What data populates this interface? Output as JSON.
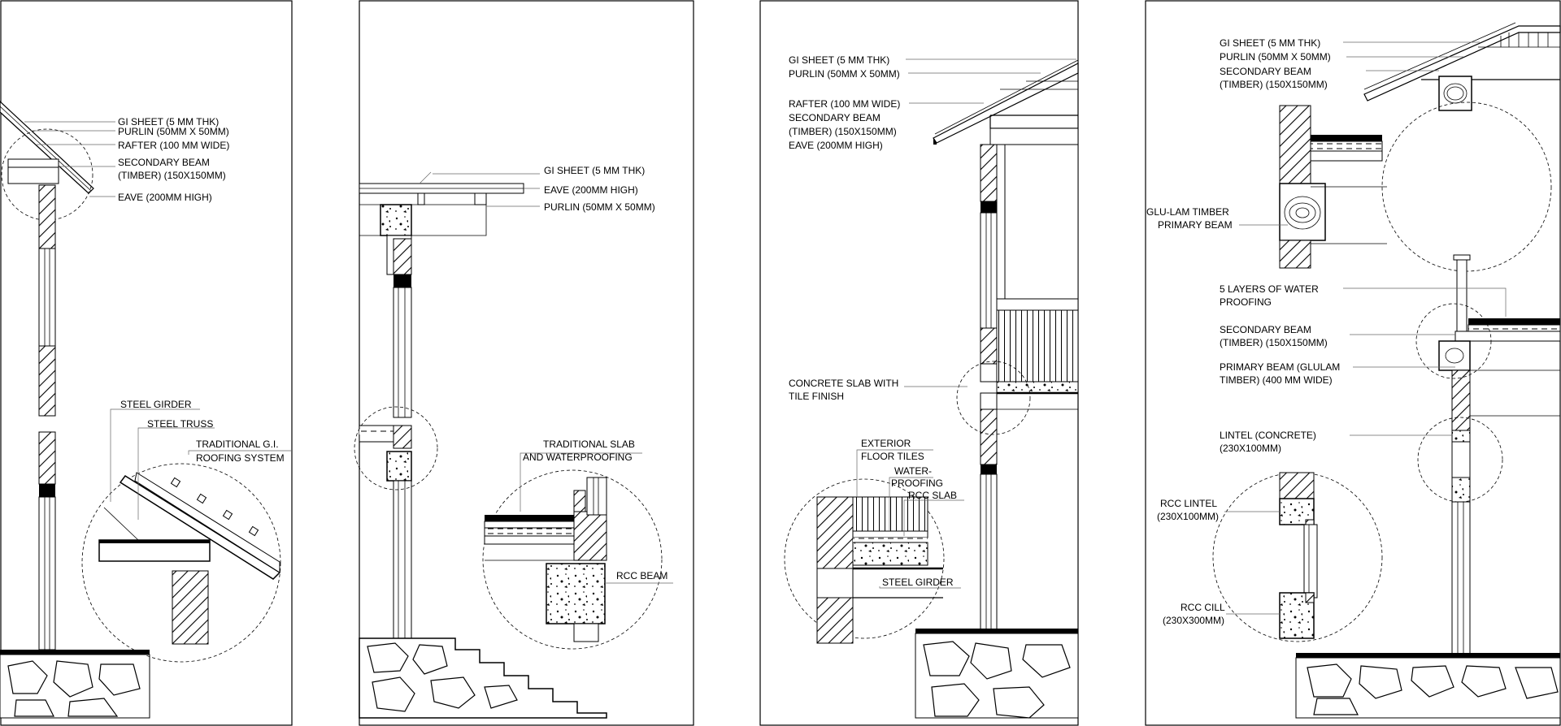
{
  "panels": [
    {
      "labels": [
        "GI SHEET (5 MM THK)",
        "PURLIN (50MM X 50MM)",
        "RAFTER (100 MM WIDE)",
        "SECONDARY BEAM",
        "(TIMBER) (150X150MM)",
        "EAVE (200MM HIGH)",
        "STEEL GIRDER",
        "STEEL TRUSS",
        "TRADITIONAL G.I.",
        "ROOFING SYSTEM"
      ]
    },
    {
      "labels": [
        "GI SHEET (5 MM THK)",
        "EAVE (200MM HIGH)",
        "PURLIN (50MM X 50MM)",
        "TRADITIONAL SLAB",
        "AND WATERPROOFING",
        "RCC BEAM"
      ]
    },
    {
      "labels": [
        "GI SHEET (5 MM THK)",
        "PURLIN (50MM X 50MM)",
        "RAFTER (100 MM WIDE)",
        "SECONDARY BEAM",
        "(TIMBER) (150X150MM)",
        "EAVE (200MM HIGH)",
        "CONCRETE SLAB WITH",
        "TILE FINISH",
        "EXTERIOR",
        "FLOOR TILES",
        "WATER-",
        "PROOFING",
        "RCC SLAB",
        "STEEL GIRDER"
      ]
    },
    {
      "labels": [
        "GI SHEET (5 MM THK)",
        "PURLIN (50MM X 50MM)",
        "SECONDARY BEAM",
        "(TIMBER) (150X150MM)",
        "GLU-LAM TIMBER",
        "PRIMARY BEAM",
        "5 LAYERS OF WATER",
        "PROOFING",
        "SECONDARY BEAM",
        "(TIMBER) (150X150MM)",
        "PRIMARY BEAM (GLULAM",
        "TIMBER) (400 MM WIDE)",
        "LINTEL (CONCRETE)",
        "(230X100MM)",
        "RCC LINTEL",
        "(230X100MM)",
        "RCC CILL",
        "(230X300MM)"
      ]
    }
  ]
}
